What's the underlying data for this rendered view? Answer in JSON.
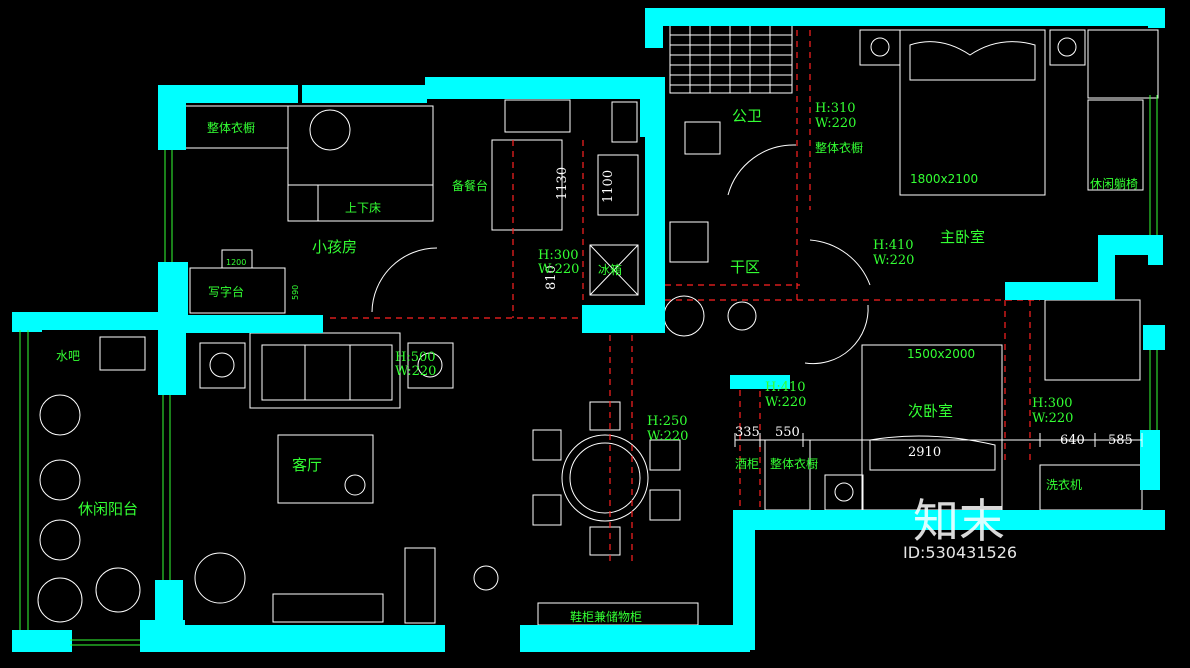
{
  "rooms": {
    "child_room": "小孩房",
    "living_room": "客厅",
    "balcony": "休闲阳台",
    "master_bedroom": "主卧室",
    "second_bedroom": "次卧室",
    "public_bath": "公卫",
    "dry_area": "干区"
  },
  "furniture": {
    "wardrobe_child": "整体衣橱",
    "bunk_bed": "上下床",
    "desk": "写字台",
    "prep_counter": "备餐台",
    "fridge": "冰箱",
    "water_bar": "水吧",
    "wardrobe_master": "整体衣橱",
    "lounge_chair": "休闲躺椅",
    "wardrobe_second": "整体衣橱",
    "cabinet_a": "酒柜",
    "washer": "洗衣机",
    "shoe_cabinet": "鞋柜兼储物柜"
  },
  "annotations": {
    "bed_master": "1800x2100",
    "bed_second": "1500x2000",
    "desk_size": "1200",
    "desk_depth": "590",
    "counter_1130": "1130",
    "counter_1100": "1100",
    "fridge_810": "810",
    "hw_1_h": "H:300",
    "hw_1_w": "W:220",
    "hw_2_h": "H:500",
    "hw_2_w": "W:220",
    "hw_3_h": "H:250",
    "hw_3_w": "W:220",
    "hw_4_h": "H:310",
    "hw_4_w": "W:220",
    "hw_5_h": "H:410",
    "hw_5_w": "W:220",
    "hw_6_h": "H:410",
    "hw_6_w": "W:220",
    "hw_7_h": "H:300",
    "hw_7_w": "W:220"
  },
  "dimensions": {
    "d335": "335",
    "d550": "550",
    "d2910": "2910",
    "d640": "640",
    "d585": "585"
  },
  "watermark": {
    "logo": "知末",
    "id": "ID:530431526"
  },
  "colors": {
    "wall": "#00ffff",
    "label": "#33ff33",
    "axis": "#ff2222",
    "background": "#000000"
  }
}
